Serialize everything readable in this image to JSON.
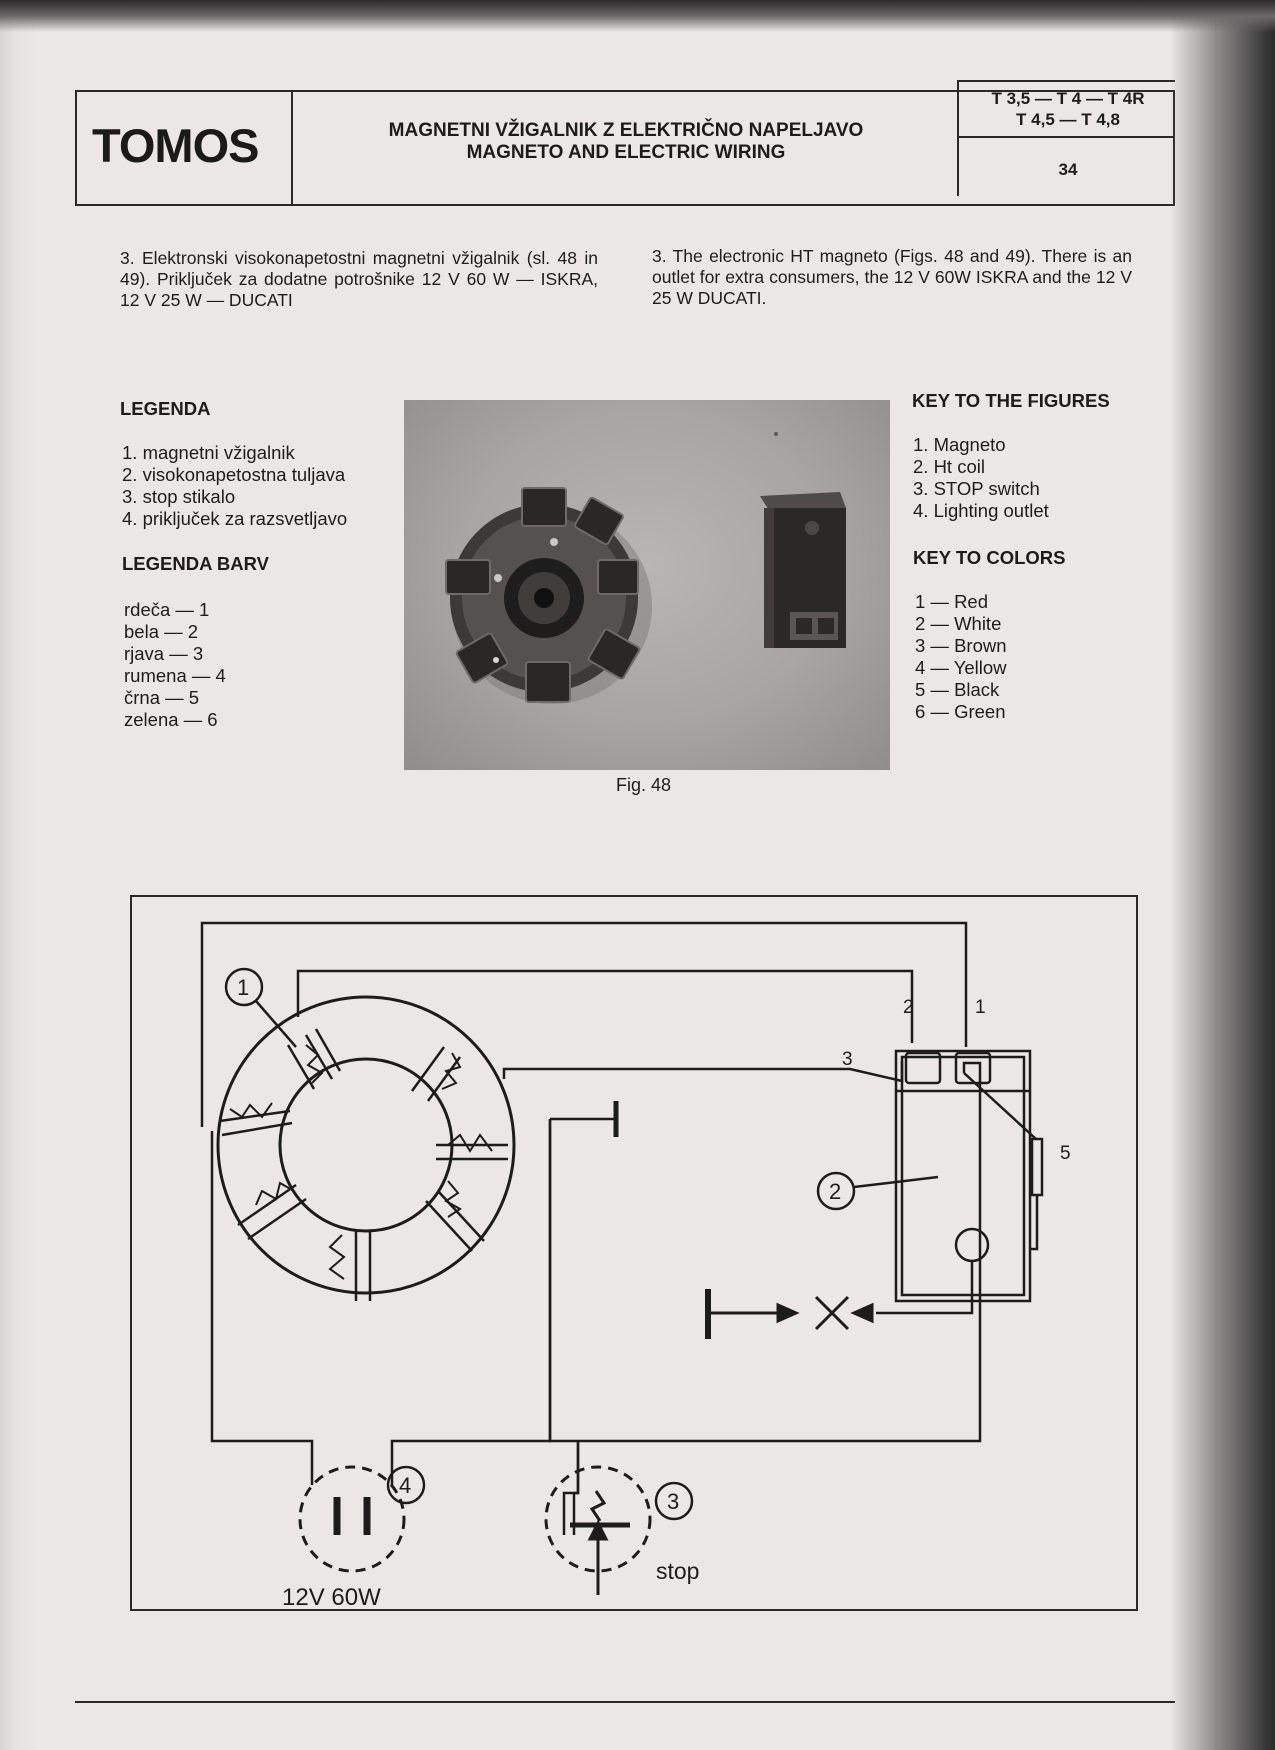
{
  "header": {
    "brand": "TOMOS",
    "title_sl": "MAGNETNI VŽIGALNIK Z ELEKTRIČNO NAPELJAVO",
    "title_en": "MAGNETO AND ELECTRIC WIRING",
    "models_line1": "T 3,5 — T 4 — T 4R",
    "models_line2": "T 4,5 — T 4,8",
    "page_number": "34"
  },
  "intro": {
    "sl": "3. Elektronski visokonapetostni magnetni vžigalnik (sl. 48 in 49). Priključek za dodatne potrošnike 12 V 60 W — ISKRA, 12 V 25 W — DUCATI",
    "en": "3. The electronic HT magneto (Figs. 48 and 49). There is an outlet for extra consumers, the 12 V 60W ISKRA and the 12 V 25 W DUCATI."
  },
  "legend_sl": {
    "heading": "LEGENDA",
    "items": [
      "1. magnetni vžigalnik",
      "2. visokonapetostna tuljava",
      "3. stop stikalo",
      "4. priključek za razsvetljavo"
    ]
  },
  "colors_sl": {
    "heading": "LEGENDA BARV",
    "items": [
      "rdeča — 1",
      "bela — 2",
      "rjava — 3",
      "rumena — 4",
      "črna — 5",
      "zelena — 6"
    ]
  },
  "legend_en": {
    "heading": "KEY TO THE FIGURES",
    "items": [
      "1. Magneto",
      "2. Ht coil",
      "3. STOP switch",
      "4. Lighting outlet"
    ]
  },
  "colors_en": {
    "heading": "KEY TO COLORS",
    "items": [
      "1 — Red",
      "2 — White",
      "3 — Brown",
      "4 — Yellow",
      "5 — Black",
      "6 — Green"
    ]
  },
  "figure_caption": "Fig. 48",
  "diagram": {
    "callout_1": "1",
    "callout_2": "2",
    "callout_3": "3",
    "callout_4": "4",
    "wire_1": "1",
    "wire_2": "2",
    "wire_3": "3",
    "wire_5": "5",
    "outlet_label": "12V 60W",
    "stop_label": "stop"
  }
}
